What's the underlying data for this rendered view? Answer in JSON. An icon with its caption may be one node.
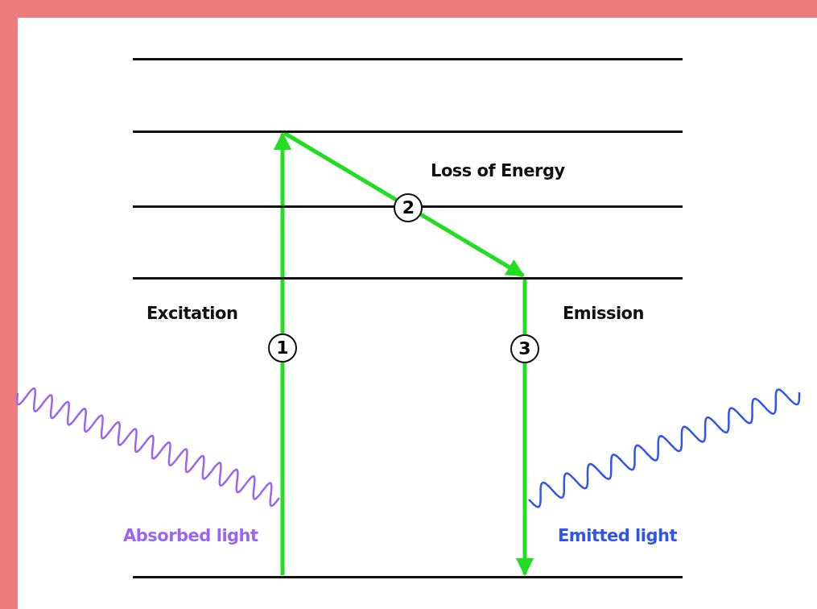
{
  "diagram": {
    "nodes": [
      {
        "text": [],
        "shape": "bar"
      },
      {
        "text": [],
        "shape": "bar"
      },
      {
        "text": [],
        "shape": "bar"
      },
      {
        "text": [],
        "shape": "bar"
      },
      {
        "text": [],
        "shape": "bar"
      }
    ],
    "edges": [
      {
        "from": 4,
        "to": 1,
        "arrow": "to",
        "label": "1"
      },
      {
        "from": 1,
        "to": 3,
        "arrow": "to",
        "label": "2"
      },
      {
        "from": 3,
        "to": 4,
        "arrow": "to",
        "label": "3"
      }
    ],
    "labels": [
      "Loss of Energy",
      "Excitation",
      "Emission",
      "Absorbed light",
      "Emitted light"
    ]
  }
}
